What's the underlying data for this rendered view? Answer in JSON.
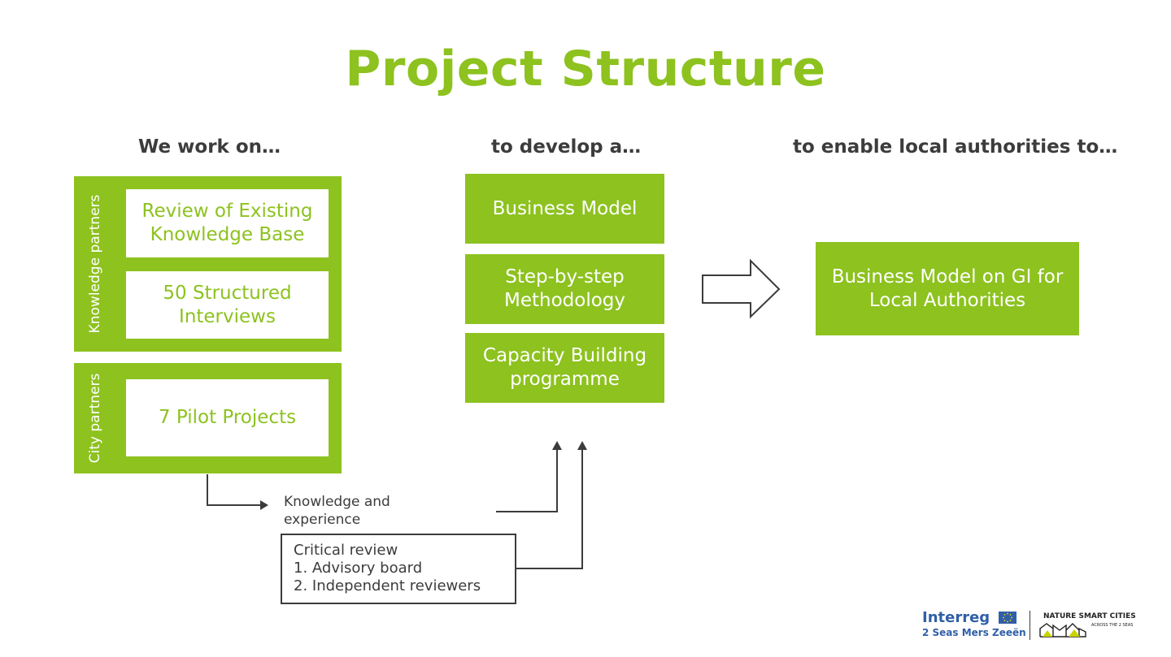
{
  "title": "Project Structure",
  "columns": {
    "col1": "We work on…",
    "col2": "to develop a…",
    "col3": "to enable local authorities to…"
  },
  "knowledge_group": {
    "label": "Knowledge partners",
    "items": [
      "Review of Existing Knowledge Base",
      "50 Structured Interviews"
    ]
  },
  "city_group": {
    "label": "City partners",
    "items": [
      "7 Pilot Projects"
    ]
  },
  "outputs": [
    "Business Model",
    "Step-by-step Methodology",
    "Capacity Building programme"
  ],
  "result": "Business Model on GI for Local Authorities",
  "flow_label": "Knowledge and experience",
  "review": {
    "heading": "Critical review",
    "items": [
      "1. Advisory board",
      "2. Independent reviewers"
    ]
  },
  "logos": {
    "interreg_name": "Interreg",
    "interreg_sub": "2 Seas Mers Zeeën",
    "nsc_name": "NATURE SMART CITIES",
    "nsc_sub": "ACROSS THE 2 SEAS"
  },
  "colors": {
    "accent": "#8dc21f",
    "text": "#3c3c3c",
    "interreg_blue": "#2f5fa7"
  }
}
